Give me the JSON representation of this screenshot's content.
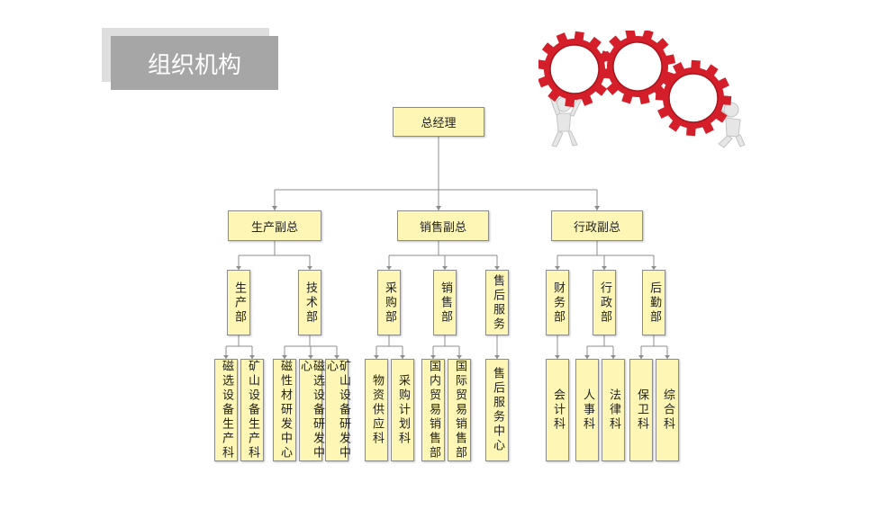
{
  "page_title": "组织机构",
  "colors": {
    "node_fill": "#fdf6b5",
    "node_border": "#8c8c8c",
    "title_fill": "#a6a6a6",
    "gear_red": "#d41f2a"
  },
  "icons": [
    "gears-figures-illustration"
  ],
  "org": {
    "root": "总经理",
    "vps": [
      "生产副总",
      "销售副总",
      "行政副总"
    ],
    "departments": [
      "生产部",
      "技术部",
      "采购部",
      "销售部",
      "售后服务",
      "财务部",
      "行政部",
      "后勤部"
    ],
    "sections": [
      "磁选设备生产科",
      "矿山设备生产科",
      "磁性材研发中心",
      "磁选设备研发中心",
      "矿山设备研发中心",
      "物资供应科",
      "采购计划科",
      "国内贸易销售部",
      "国际贸易销售部",
      "售后服务中心",
      "会计科",
      "人事科",
      "法律科",
      "保卫科",
      "综合科"
    ]
  }
}
